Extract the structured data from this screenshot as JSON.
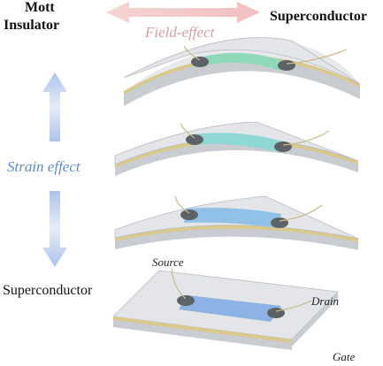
{
  "labels": {
    "mott_line1": "Mott",
    "mott_line2": "Insulator",
    "superconductor_top": "Superconductor",
    "field_effect": "Field-effect",
    "strain_effect": "Strain effect",
    "superconductor_bottom": "Superconductor",
    "source": "Source",
    "drain": "Drain",
    "gate": "Gate"
  },
  "colors": {
    "field_arrow": "#f2c6c6",
    "strain_arrow": "#b9c9ea",
    "substrate_top": "#e3e5e8",
    "substrate_edge": "#c9ccd1",
    "substrate_stripe": "#d9c98a",
    "channel_bent": "#8fd9b8",
    "channel_mid": "#8fd7d4",
    "channel_flat": "#8fc2e6",
    "channel_bottom": "#8cb3e3",
    "electrode": "#5d6266",
    "wire": "#c9b98a"
  },
  "icons": {
    "field_arrow": "double-arrow-horizontal",
    "strain_arrow": "double-arrow-vertical"
  }
}
